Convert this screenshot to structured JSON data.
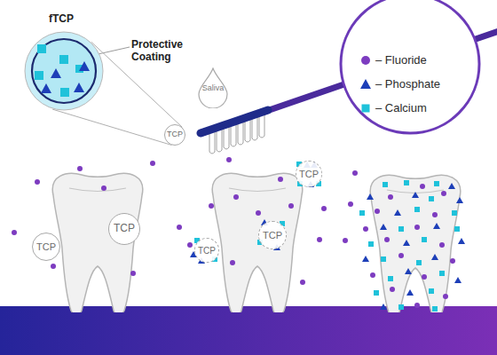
{
  "diagram": {
    "nodes": [
      {
        "text": [
          "fTCP"
        ]
      },
      {
        "text": [
          "Saliva"
        ]
      },
      {
        "text": [
          "TCP"
        ]
      },
      {
        "text": [
          "TCP"
        ]
      },
      {
        "text": [
          "TCP"
        ]
      },
      {
        "text": [
          "TCP"
        ]
      },
      {
        "text": [
          "TCP"
        ]
      },
      {
        "text": [
          "TCP"
        ]
      }
    ],
    "edges": [
      {
        "from": 0,
        "to": 2,
        "arrow": "none"
      },
      {
        "from": 0,
        "to": 2,
        "arrow": "none"
      }
    ],
    "labels": [
      "Protective Coating"
    ],
    "legend": [
      {
        "text": "– Fluoride"
      },
      {
        "text": "– Phosphate"
      },
      {
        "text": "– Calcium"
      }
    ]
  }
}
